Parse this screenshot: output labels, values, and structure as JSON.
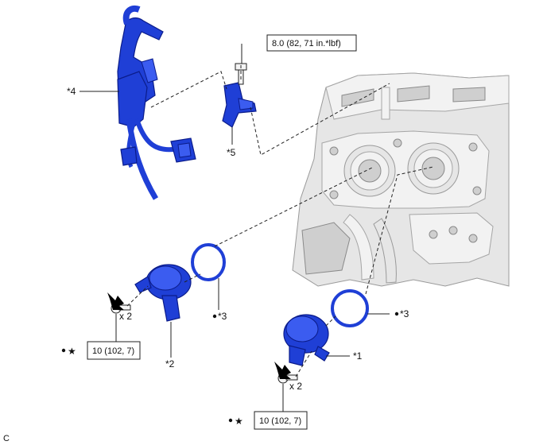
{
  "labels": {
    "torque_top": "8.0 (82, 71 in.*lbf)",
    "torque_left": "10 (102, 7)",
    "torque_right": "10 (102, 7)",
    "part1": "*1",
    "part2": "*2",
    "part3a": "*3",
    "part3b": "*3",
    "part4": "*4",
    "part5": "*5",
    "qty_left": "x 2",
    "qty_right": "x 2",
    "star_left": "★",
    "star_right": "★",
    "corner_code": "C"
  },
  "colors": {
    "part_blue": "#1f3fd6",
    "engine_gray": "#e6e6e6"
  },
  "icons": {
    "arrow": "bold-black-arrow-icon",
    "dot": "bullet-dot-icon"
  }
}
